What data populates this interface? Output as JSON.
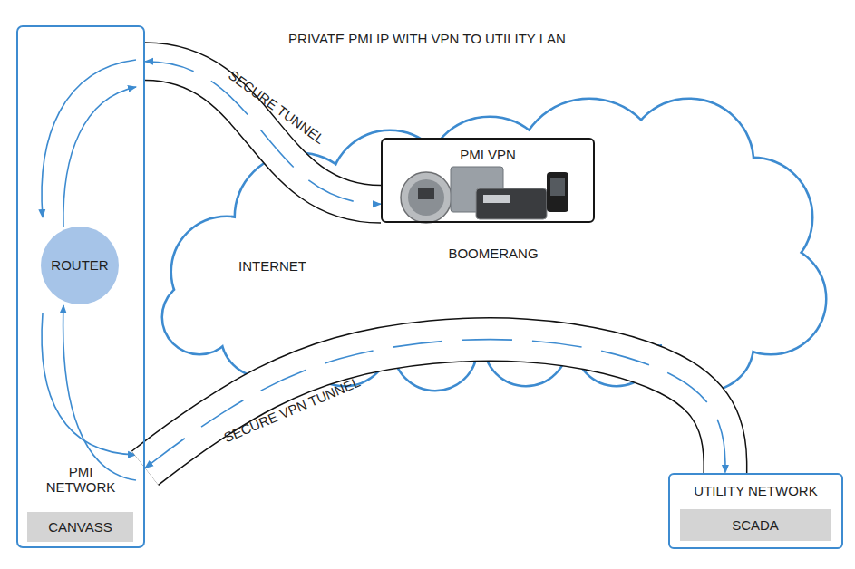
{
  "diagram": {
    "title": "PRIVATE PMI IP WITH VPN TO UTILITY LAN",
    "nodes": [
      {
        "text": [
          "PMI NETWORK"
        ]
      },
      {
        "text": [
          "ROUTER"
        ],
        "in": 0
      },
      {
        "text": [
          "CANVASS"
        ],
        "in": 0
      },
      {
        "text": [
          "INTERNET"
        ]
      },
      {
        "text": [
          "PMI VPN"
        ],
        "in": 3
      },
      {
        "text": [
          "UTILITY NETWORK"
        ]
      },
      {
        "text": [
          "SCADA"
        ],
        "in": 5
      }
    ],
    "edges": [
      {
        "from": 0,
        "to": 4,
        "arrow": "both",
        "label": "SECURE TUNNEL"
      },
      {
        "from": 0,
        "to": 5,
        "arrow": "both",
        "label": "SECURE VPN TUNNEL"
      }
    ],
    "labels": [
      "BOOMERANG"
    ]
  }
}
